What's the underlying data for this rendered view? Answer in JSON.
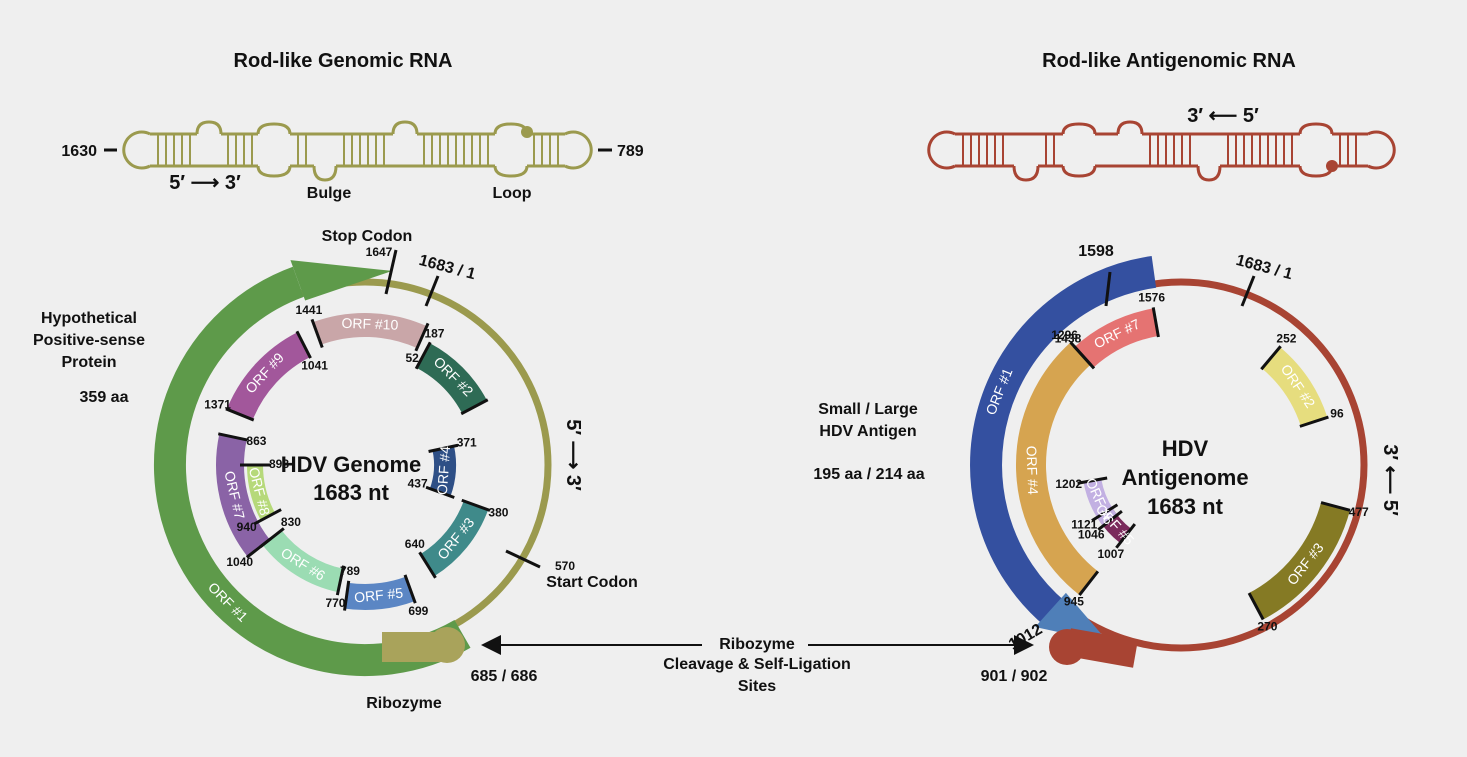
{
  "genomic_rna": {
    "title": "Rod-like Genomic RNA",
    "left_number": "1630",
    "right_number": "789",
    "direction": "5′ ⟶ 3′",
    "bulge_label": "Bulge",
    "loop_label": "Loop",
    "color": "#9b9a4e"
  },
  "antigenomic_rna": {
    "title": "Rod-like Antigenomic RNA",
    "direction": "3′ ⟵ 5′",
    "color": "#a84433"
  },
  "genome": {
    "center_line1": "HDV Genome",
    "center_line2": "1683 nt",
    "side_line1": "Hypothetical",
    "side_line2": "Positive-sense",
    "side_line3": "Protein",
    "side_aa": "359 aa",
    "stop_codon": "Stop Codon",
    "start_codon": "Start Codon",
    "ribozyme": "Ribozyme",
    "ribozyme_pos": "685 / 686",
    "origin": "1683 / 1",
    "direction": "5′ ⟶ 3′",
    "orfs": [
      {
        "id": "orf1",
        "label": "ORF #1",
        "color": "#5e9a4a"
      },
      {
        "id": "orf2",
        "label": "ORF #2",
        "start": "187",
        "end": "",
        "color": "#2e6b55"
      },
      {
        "id": "orf3",
        "label": "ORF #3",
        "start": "380",
        "end": "640",
        "color": "#3f8a8a"
      },
      {
        "id": "orf4",
        "label": "ORF #4",
        "start": "371",
        "end": "437",
        "color": "#2e4f86"
      },
      {
        "id": "orf5",
        "label": "ORF #5",
        "start": "699",
        "end": "789",
        "color": "#5b86c4"
      },
      {
        "id": "orf6",
        "label": "ORF #6",
        "start": "770",
        "end": "830",
        "color": "#9bdcb3"
      },
      {
        "id": "orf7",
        "label": "ORF #7",
        "start": "1040",
        "end": "863",
        "color": "#8a63a6"
      },
      {
        "id": "orf8",
        "label": "ORF #8",
        "start": "940",
        "end": "898",
        "color": "#b6d97a"
      },
      {
        "id": "orf9",
        "label": "ORF #9",
        "start": "1371",
        "end": "1041",
        "color": "#a2579b"
      },
      {
        "id": "orf10",
        "label": "ORF #10",
        "start": "1441",
        "end": "52",
        "color": "#c9a6a8"
      }
    ],
    "markers": {
      "m1647": "1647",
      "m570": "570"
    }
  },
  "antigenome": {
    "center_line1": "HDV",
    "center_line2": "Antigenome",
    "center_line3": "1683 nt",
    "side_line1": "Small / Large",
    "side_line2": "HDV Antigen",
    "side_aa": "195 aa / 214 aa",
    "origin": "1683 / 1",
    "ribozyme_pos": "901 / 902",
    "direction": "3′ ⟵ 5′",
    "orfs": [
      {
        "id": "a_orf1",
        "label": "ORF #1",
        "start": "1598",
        "end": "1012",
        "color": "#3450a0"
      },
      {
        "id": "a_orf2",
        "label": "ORF #2",
        "start": "96",
        "end": "252",
        "color": "#e6dd7e"
      },
      {
        "id": "a_orf3",
        "label": "ORF #3",
        "start": "270",
        "end": "477",
        "color": "#857a24"
      },
      {
        "id": "a_orf4",
        "label": "ORF #4",
        "start": "1296",
        "end": "945",
        "color": "#d6a450"
      },
      {
        "id": "a_orf5",
        "label": "ORF #5",
        "start": "1121",
        "end": "1007",
        "color": "#7a2a5c"
      },
      {
        "id": "a_orf6",
        "label": "ORF #6",
        "start": "1202",
        "end": "1046",
        "color": "#c2b0e2"
      },
      {
        "id": "a_orf7",
        "label": "ORF #7",
        "start": "1576",
        "end": "1438",
        "color": "#e57372"
      }
    ]
  },
  "ribozyme_link": {
    "line1": "Ribozyme",
    "line2": "Cleavage & Self-Ligation",
    "line3": "Sites"
  }
}
